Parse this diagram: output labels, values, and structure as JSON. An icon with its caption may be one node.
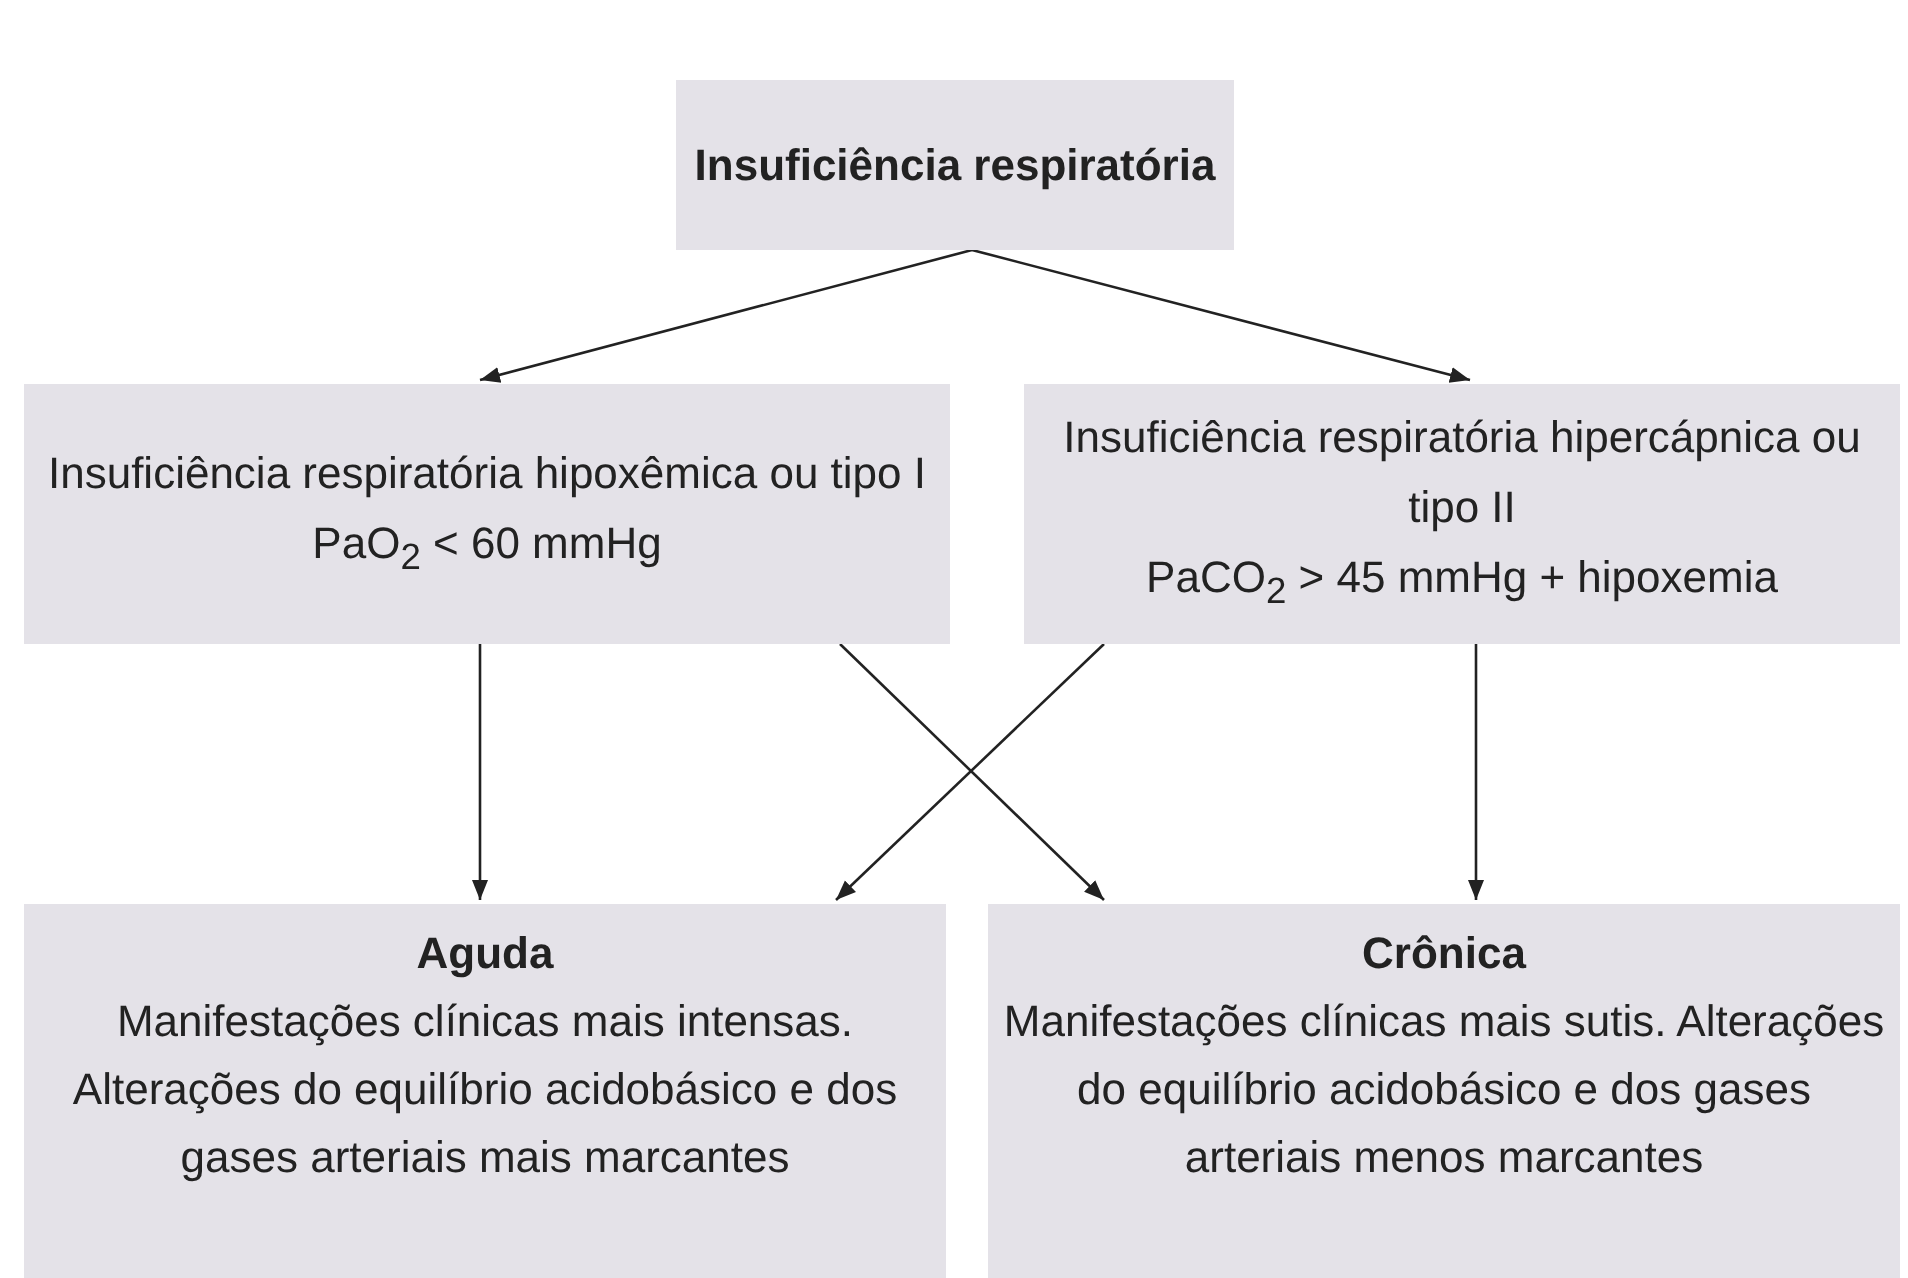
{
  "diagram": {
    "nodes": [
      {
        "text": [
          "Insuficiência respiratória"
        ]
      },
      {
        "text": [
          "Insuficiência respiratória hipoxêmica ou tipo I",
          "PaO$_{2}$ < 60 mmHg"
        ]
      },
      {
        "text": [
          "Insuficiência respiratória hipercápnica ou tipo II",
          "PaCO$_{2}$ > 45 mmHg + hipoxemia"
        ]
      },
      {
        "text": [
          "Aguda",
          "Manifestações clínicas mais intensas. Alterações do equilíbrio acidobásico e dos gases arteriais mais marcantes"
        ]
      },
      {
        "text": [
          "Crônica",
          "Manifestações clínicas mais sutis. Alterações do equilíbrio acidobásico e dos gases arteriais menos marcantes"
        ]
      }
    ],
    "edges": [
      {
        "from": 0,
        "to": 1,
        "arrow": "to"
      },
      {
        "from": 0,
        "to": 2,
        "arrow": "to"
      },
      {
        "from": 1,
        "to": 3,
        "arrow": "to"
      },
      {
        "from": 1,
        "to": 4,
        "arrow": "to"
      },
      {
        "from": 2,
        "to": 3,
        "arrow": "to"
      },
      {
        "from": 2,
        "to": 4,
        "arrow": "to"
      }
    ]
  }
}
